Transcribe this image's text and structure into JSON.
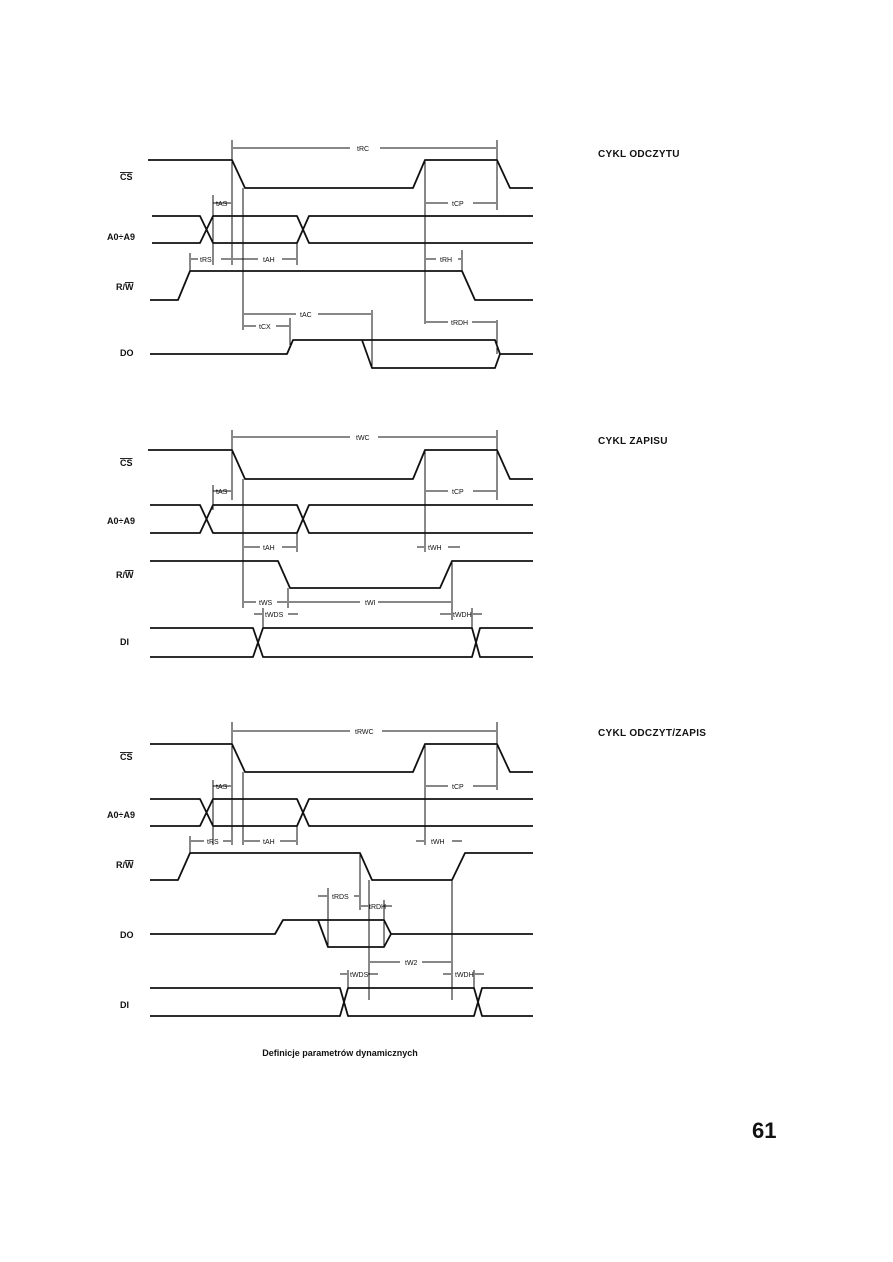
{
  "sections": [
    {
      "title": "CYKL ODCZYTU"
    },
    {
      "title": "CYKL ZAPISU"
    },
    {
      "title": "CYKL ODCZYT/ZAPIS"
    }
  ],
  "signals": {
    "cs": "CS",
    "addr": "A0÷A9",
    "rw_prefix": "R/",
    "rw_bar": "W",
    "do": "DO",
    "di": "DI"
  },
  "params": {
    "rc": "tRC",
    "as": "tAS",
    "cp": "tCP",
    "rs": "tRS",
    "ah": "tAH",
    "rh": "tRH",
    "ac": "tAC",
    "cx": "tCX",
    "rdh": "tRDH",
    "wc": "tWC",
    "wh": "tWH",
    "ws": "tWS",
    "wi": "tWI",
    "wds": "tWDS",
    "wdh": "tWDH",
    "rwc": "tRWC",
    "rds": "tRDS",
    "w2": "tW2"
  },
  "caption": "Definicje parametrów dynamicznych",
  "page_number": "61"
}
